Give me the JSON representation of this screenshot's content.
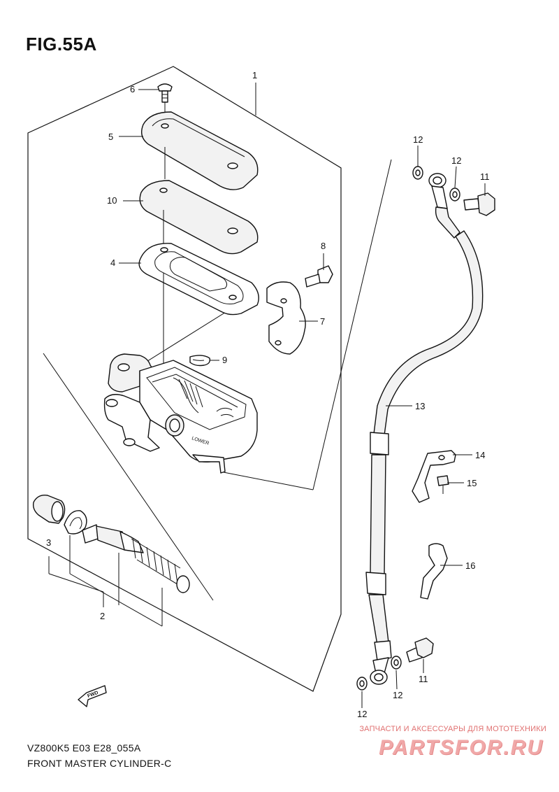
{
  "figure": {
    "title": "FIG.55A",
    "model_code": "VZ800K5 E03 E28_055A",
    "name": "FRONT MASTER CYLINDER-C"
  },
  "callouts": {
    "p1": "1",
    "p2": "2",
    "p3": "3",
    "p4": "4",
    "p5": "5",
    "p6": "6",
    "p7": "7",
    "p8": "8",
    "p9": "9",
    "p10": "10",
    "p11_top": "11",
    "p11_bottom": "11",
    "p12_top_left": "12",
    "p12_top_right": "12",
    "p12_bottom_left": "12",
    "p12_bottom_right": "12",
    "p13": "13",
    "p14": "14",
    "p15": "15",
    "p16": "16"
  },
  "part_text": {
    "lower_mark": "LOWER",
    "fwd_mark": "FWD"
  },
  "watermark": {
    "tagline": "ЗАПЧАСТИ И АКСЕССУАРЫ ДЛЯ МОТОТЕХНИКИ",
    "logo": "PARTSFOR.RU"
  }
}
